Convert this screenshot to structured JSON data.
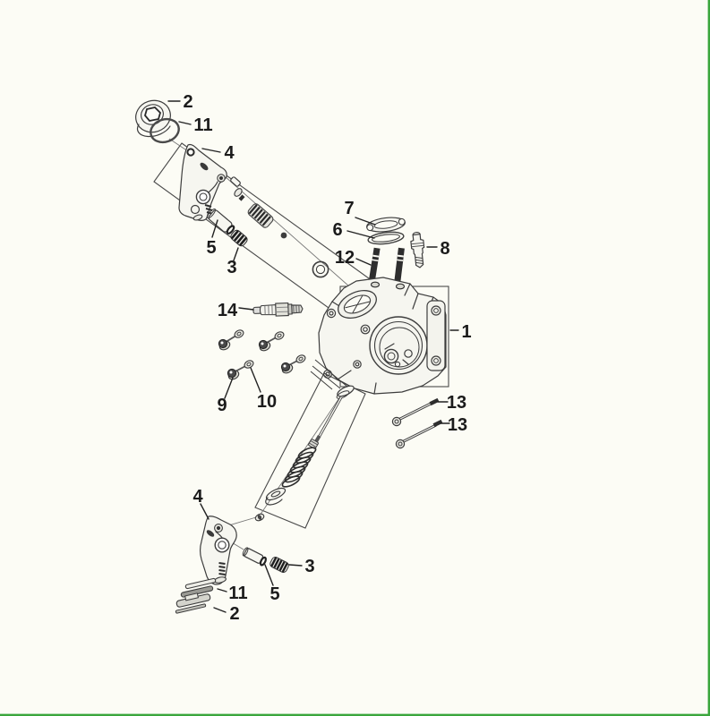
{
  "page": {
    "background": "#fcfcf5",
    "accent_border_color": "#3aa63c",
    "border_sides": [
      "right",
      "bottom"
    ]
  },
  "diagram": {
    "type": "exploded-parts-diagram",
    "subject": "cylinder-head-assembly",
    "line_color": "#3d3d3d",
    "callouts": [
      {
        "id": "cap-upper",
        "text": "2"
      },
      {
        "id": "oring-upper",
        "text": "11"
      },
      {
        "id": "bracket-upper",
        "text": "4"
      },
      {
        "id": "lifter-upper",
        "text": "5"
      },
      {
        "id": "spring-upper",
        "text": "3"
      },
      {
        "id": "gasket",
        "text": "7"
      },
      {
        "id": "seal-ring",
        "text": "6"
      },
      {
        "id": "fitting",
        "text": "8"
      },
      {
        "id": "stud",
        "text": "12"
      },
      {
        "id": "cylinder-head",
        "text": "1"
      },
      {
        "id": "spark-plug",
        "text": "14"
      },
      {
        "id": "flange-bolt",
        "text": "9"
      },
      {
        "id": "washer",
        "text": "10"
      },
      {
        "id": "long-bolt-a",
        "text": "13"
      },
      {
        "id": "long-bolt-b",
        "text": "13"
      },
      {
        "id": "bracket-lower",
        "text": "4"
      },
      {
        "id": "spring-lower",
        "text": "3"
      },
      {
        "id": "lifter-lower",
        "text": "5"
      },
      {
        "id": "shim-lower",
        "text": "11"
      },
      {
        "id": "cap-lower",
        "text": "2"
      }
    ]
  }
}
